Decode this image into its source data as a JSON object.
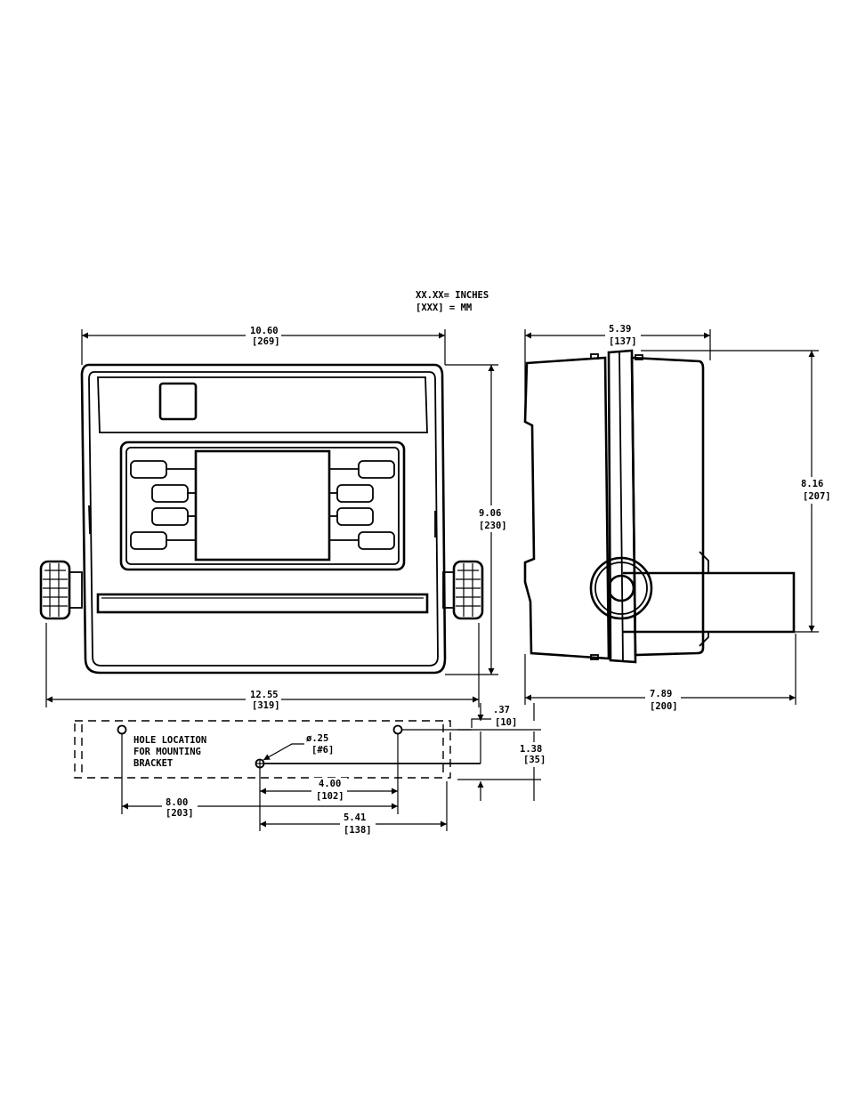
{
  "legend": {
    "line1": "XX.XX= INCHES",
    "line2": "[XXX] = MM"
  },
  "front_view": {
    "overall_width": {
      "inches": "10.60",
      "mm": "[269]"
    },
    "overall_height": {
      "inches": "9.06",
      "mm": "[230]"
    },
    "width_with_knobs": {
      "inches": "12.55",
      "mm": "[319]"
    }
  },
  "side_view": {
    "depth_body": {
      "inches": "5.39",
      "mm": "[137]"
    },
    "height": {
      "inches": "8.16",
      "mm": "[207]"
    },
    "depth_overall": {
      "inches": "7.89",
      "mm": "[200]"
    }
  },
  "bracket_view": {
    "note_line1": "HOLE LOCATION",
    "note_line2": "FOR MOUNTING",
    "note_line3": "BRACKET",
    "hole_dia": {
      "inches": "ø.25",
      "mm": "[#6]"
    },
    "edge_offset": {
      "inches": ".37",
      "mm": "[10]"
    },
    "bracket_height": {
      "inches": "1.38",
      "mm": "[35]"
    },
    "hole_spacing_small": {
      "inches": "4.00",
      "mm": "[102]"
    },
    "hole_spacing_large": {
      "inches": "8.00",
      "mm": "[203]"
    },
    "center_to_edge": {
      "inches": "5.41",
      "mm": "[138]"
    }
  }
}
